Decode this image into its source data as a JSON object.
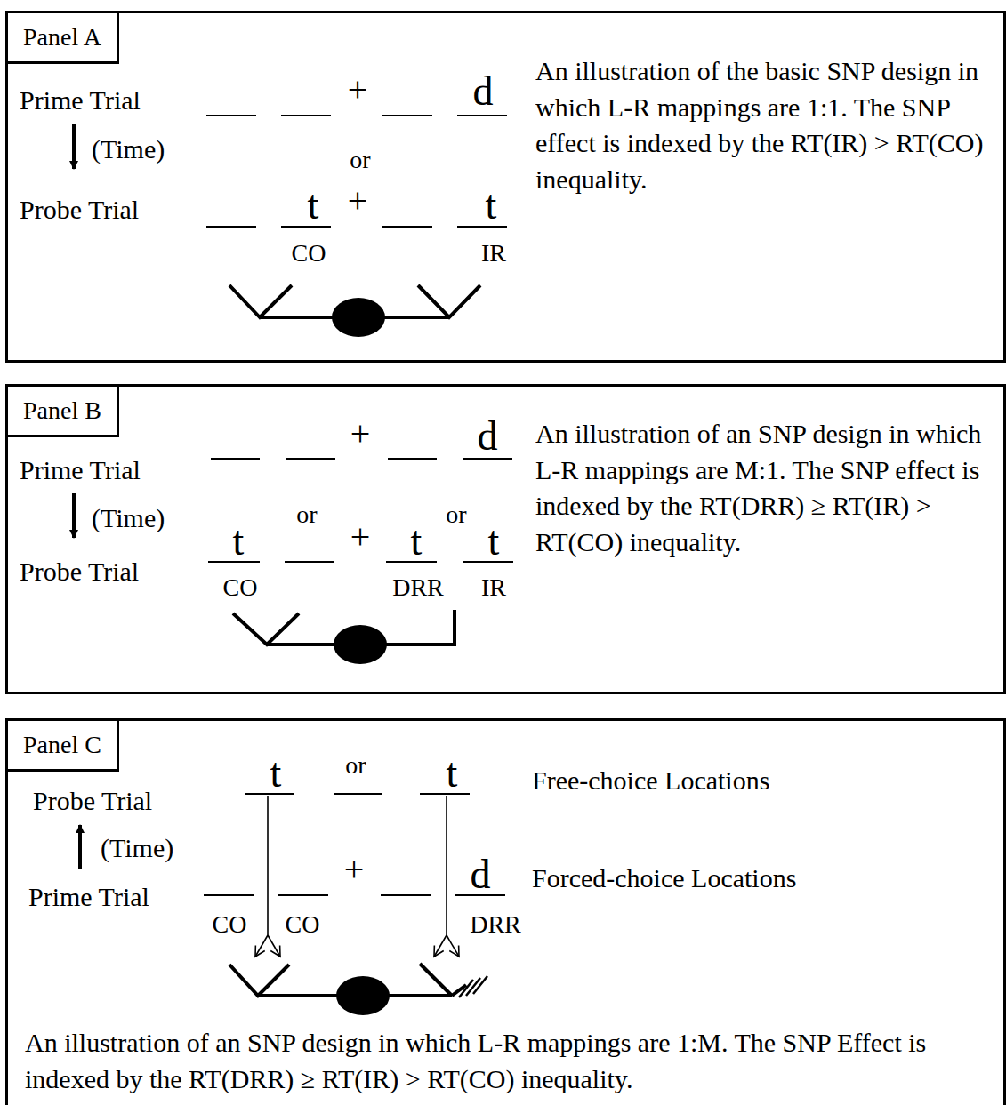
{
  "diagram": {
    "nodes": [
      {
        "text": [
          "An illustration of the basic SNP design in which L-R mappings are 1:1. The SNP effect is indexed by the RT(IR) > RT(CO) inequality."
        ]
      },
      {
        "text": [
          "Panel A"
        ],
        "in": 0
      },
      {
        "text": [
          "An illustration of an SNP design in which L-R mappings are M:1. The SNP effect is indexed by the RT(DRR) ≥ RT(IR) > RT(CO) inequality."
        ]
      },
      {
        "text": [
          "Panel B"
        ],
        "in": 2
      },
      {
        "text": [
          "An illustration of an SNP design in which L-R mappings are 1:M. The SNP Effect is indexed by the RT(DRR) ≥ RT(IR) > RT(CO) inequality."
        ]
      },
      {
        "text": [
          "Panel C"
        ],
        "in": 4
      }
    ],
    "labels": [
      "Prime Trial",
      "+",
      "d",
      "(Time)",
      "or",
      "Probe Trial",
      "t",
      "+",
      "t",
      "CO",
      "IR",
      "+",
      "d",
      "Prime Trial",
      "(Time)",
      "or",
      "or",
      "Probe Trial",
      "t",
      "+",
      "t",
      "t",
      "CO",
      "DRR",
      "IR",
      "t",
      "or",
      "t",
      "Free-choice Locations",
      "Probe Trial",
      "(Time)",
      "+",
      "d",
      "Forced-choice Locations",
      "Prime Trial",
      "CO",
      "CO",
      "DRR"
    ]
  }
}
